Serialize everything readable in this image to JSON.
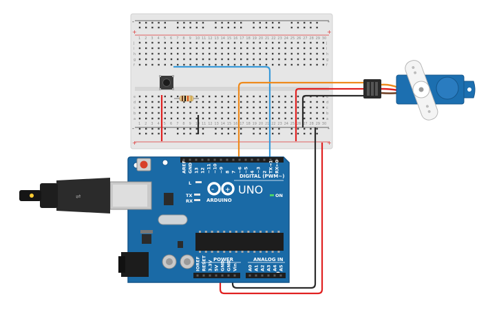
{
  "arduino": {
    "brand": "ARDUINO",
    "model": "UNO",
    "digital_label": "DIGITAL (PWM~)",
    "power_label": "POWER",
    "analog_label": "ANALOG IN",
    "on_label": "ON",
    "l_label": "L",
    "tx_label": "TX",
    "rx_label": "RX",
    "digital_pins": [
      "AREF",
      "GND",
      "13",
      "12",
      "~11",
      "~10",
      "~9",
      "8",
      "7",
      "~6",
      "~5",
      "4",
      "~3",
      "2",
      "TX→1",
      "RX←0"
    ],
    "power_pins": [
      "IOREF",
      "RESET",
      "3.3V",
      "5V",
      "GND",
      "GND",
      "Vin"
    ],
    "analog_pins": [
      "A0",
      "A1",
      "A2",
      "A3",
      "A4",
      "A5"
    ]
  },
  "breadboard": {
    "row_letters_top": [
      "j",
      "i",
      "h",
      "g",
      "f"
    ],
    "row_letters_bottom": [
      "e",
      "d",
      "c",
      "b",
      "a"
    ],
    "column_numbers": [
      "1",
      "2",
      "3",
      "4",
      "5",
      "6",
      "7",
      "8",
      "9",
      "10",
      "11",
      "12",
      "13",
      "14",
      "15",
      "16",
      "17",
      "18",
      "19",
      "20",
      "21",
      "22",
      "23",
      "24",
      "25",
      "26",
      "27",
      "28",
      "29",
      "30"
    ],
    "plus": "+",
    "minus": "-"
  },
  "colors": {
    "board_blue": "#1a6aa6",
    "board_edge": "#14558a",
    "breadboard_bg": "#e6e6e6",
    "wire_blue": "#3a9ad9",
    "wire_orange": "#ee8a1c",
    "wire_red": "#e02020",
    "wire_black": "#2a2a2a",
    "servo_blue": "#1c6fb0"
  }
}
